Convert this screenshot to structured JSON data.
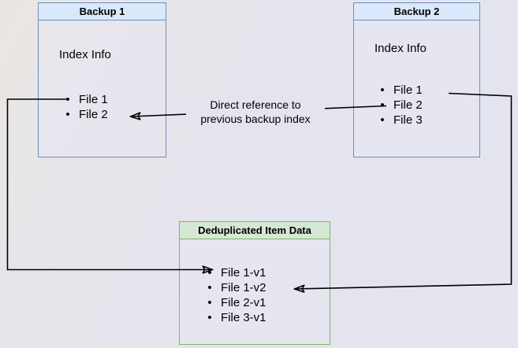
{
  "diagram": {
    "backup1": {
      "title": "Backup 1",
      "section_label": "Index Info",
      "files": [
        "File 1",
        "File 2"
      ]
    },
    "backup2": {
      "title": "Backup 2",
      "section_label": "Index Info",
      "files": [
        "File 1",
        "File 2",
        "File 3"
      ]
    },
    "dedup": {
      "title": "Deduplicated Item Data",
      "files": [
        "File 1-v1",
        "File 1-v2",
        "File 2-v1",
        "File 3-v1"
      ]
    },
    "annotation": "Direct reference to\nprevious backup index",
    "colors": {
      "backup_border": "#6c8ebf",
      "backup_header_fill": "#dae8fc",
      "dedup_border": "#82b366",
      "dedup_header_fill": "#d5e8d4",
      "connector": "#000000",
      "text": "#000000"
    }
  }
}
